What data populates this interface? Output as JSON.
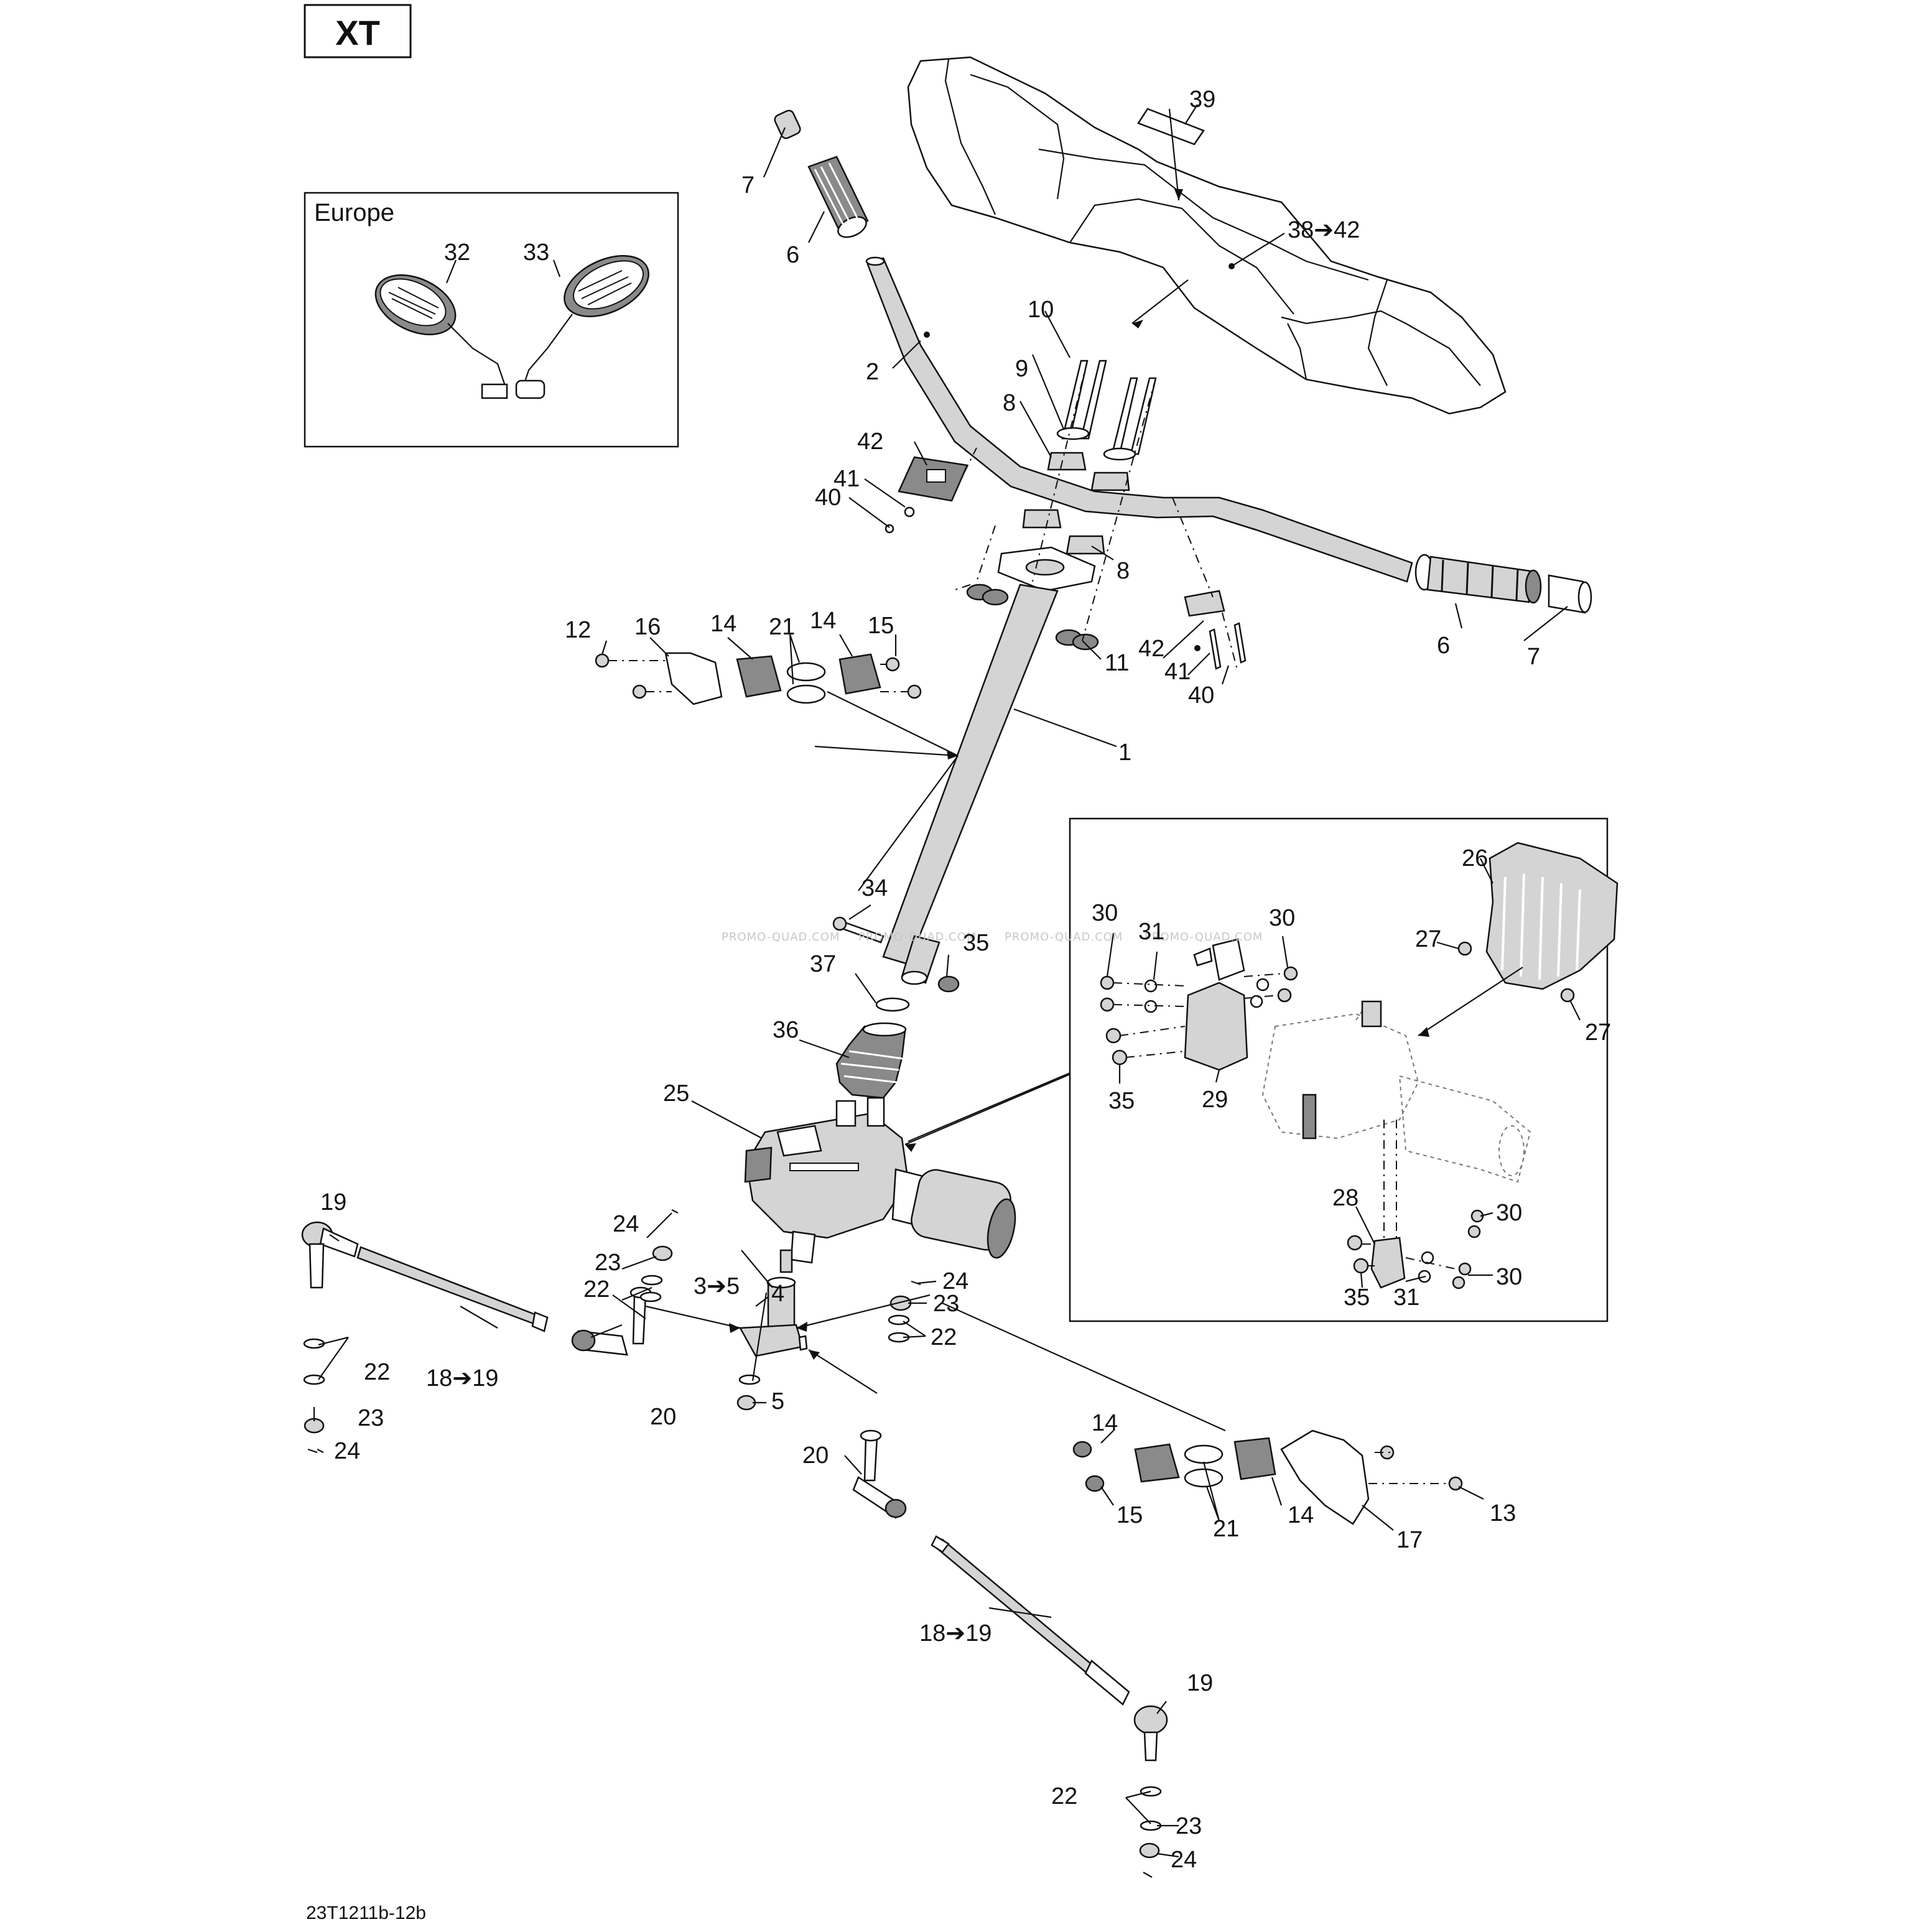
{
  "variant_badge": "XT",
  "europe_inset": {
    "title": "Europe",
    "labels": [
      "32",
      "33"
    ]
  },
  "callouts": {
    "c39": "39",
    "c38_42": "38➔42",
    "c7a": "7",
    "c6a": "6",
    "c2": "2",
    "c10": "10",
    "c9": "9",
    "c8a": "8",
    "c8b": "8",
    "c42a": "42",
    "c41a": "41",
    "c40a": "40",
    "c11": "11",
    "c42b": "42",
    "c41b": "41",
    "c40b": "40",
    "c6b": "6",
    "c7b": "7",
    "c12": "12",
    "c16": "16",
    "c14a": "14",
    "c21a": "21",
    "c14b": "14",
    "c15a": "15",
    "c1": "1",
    "c34": "34",
    "c35a": "35",
    "c37": "37",
    "c36": "36",
    "c25": "25",
    "c19a": "19",
    "c24a": "24",
    "c23a": "23",
    "c22a": "22",
    "c3_5": "3➔5",
    "c22b": "22",
    "c18_19a": "18➔19",
    "c20a": "20",
    "c23b": "23",
    "c24b": "24",
    "c4": "4",
    "c5": "5",
    "c24c": "24",
    "c23c": "23",
    "c22c": "22",
    "c20b": "20",
    "c14c": "14",
    "c15b": "15",
    "c21b": "21",
    "c14d": "14",
    "c17": "17",
    "c13": "13",
    "c18_19b": "18➔19",
    "c19b": "19",
    "c22d": "22",
    "c23d": "23",
    "c24d": "24"
  },
  "detail_inset": {
    "labels": {
      "d26": "26",
      "d27a": "27",
      "d27b": "27",
      "d30a": "30",
      "d31a": "31",
      "d30b": "30",
      "d35a": "35",
      "d29": "29",
      "d28": "28",
      "d30c": "30",
      "d30d": "30",
      "d35b": "35",
      "d31b": "31"
    }
  },
  "watermark": [
    "PROMO-QUAD.COM",
    "PROMO-QUAD.COM",
    "PROMO-QUAD.COM",
    "PROMO-QUAD.COM"
  ],
  "drawing_number": "23T1211b-12b"
}
